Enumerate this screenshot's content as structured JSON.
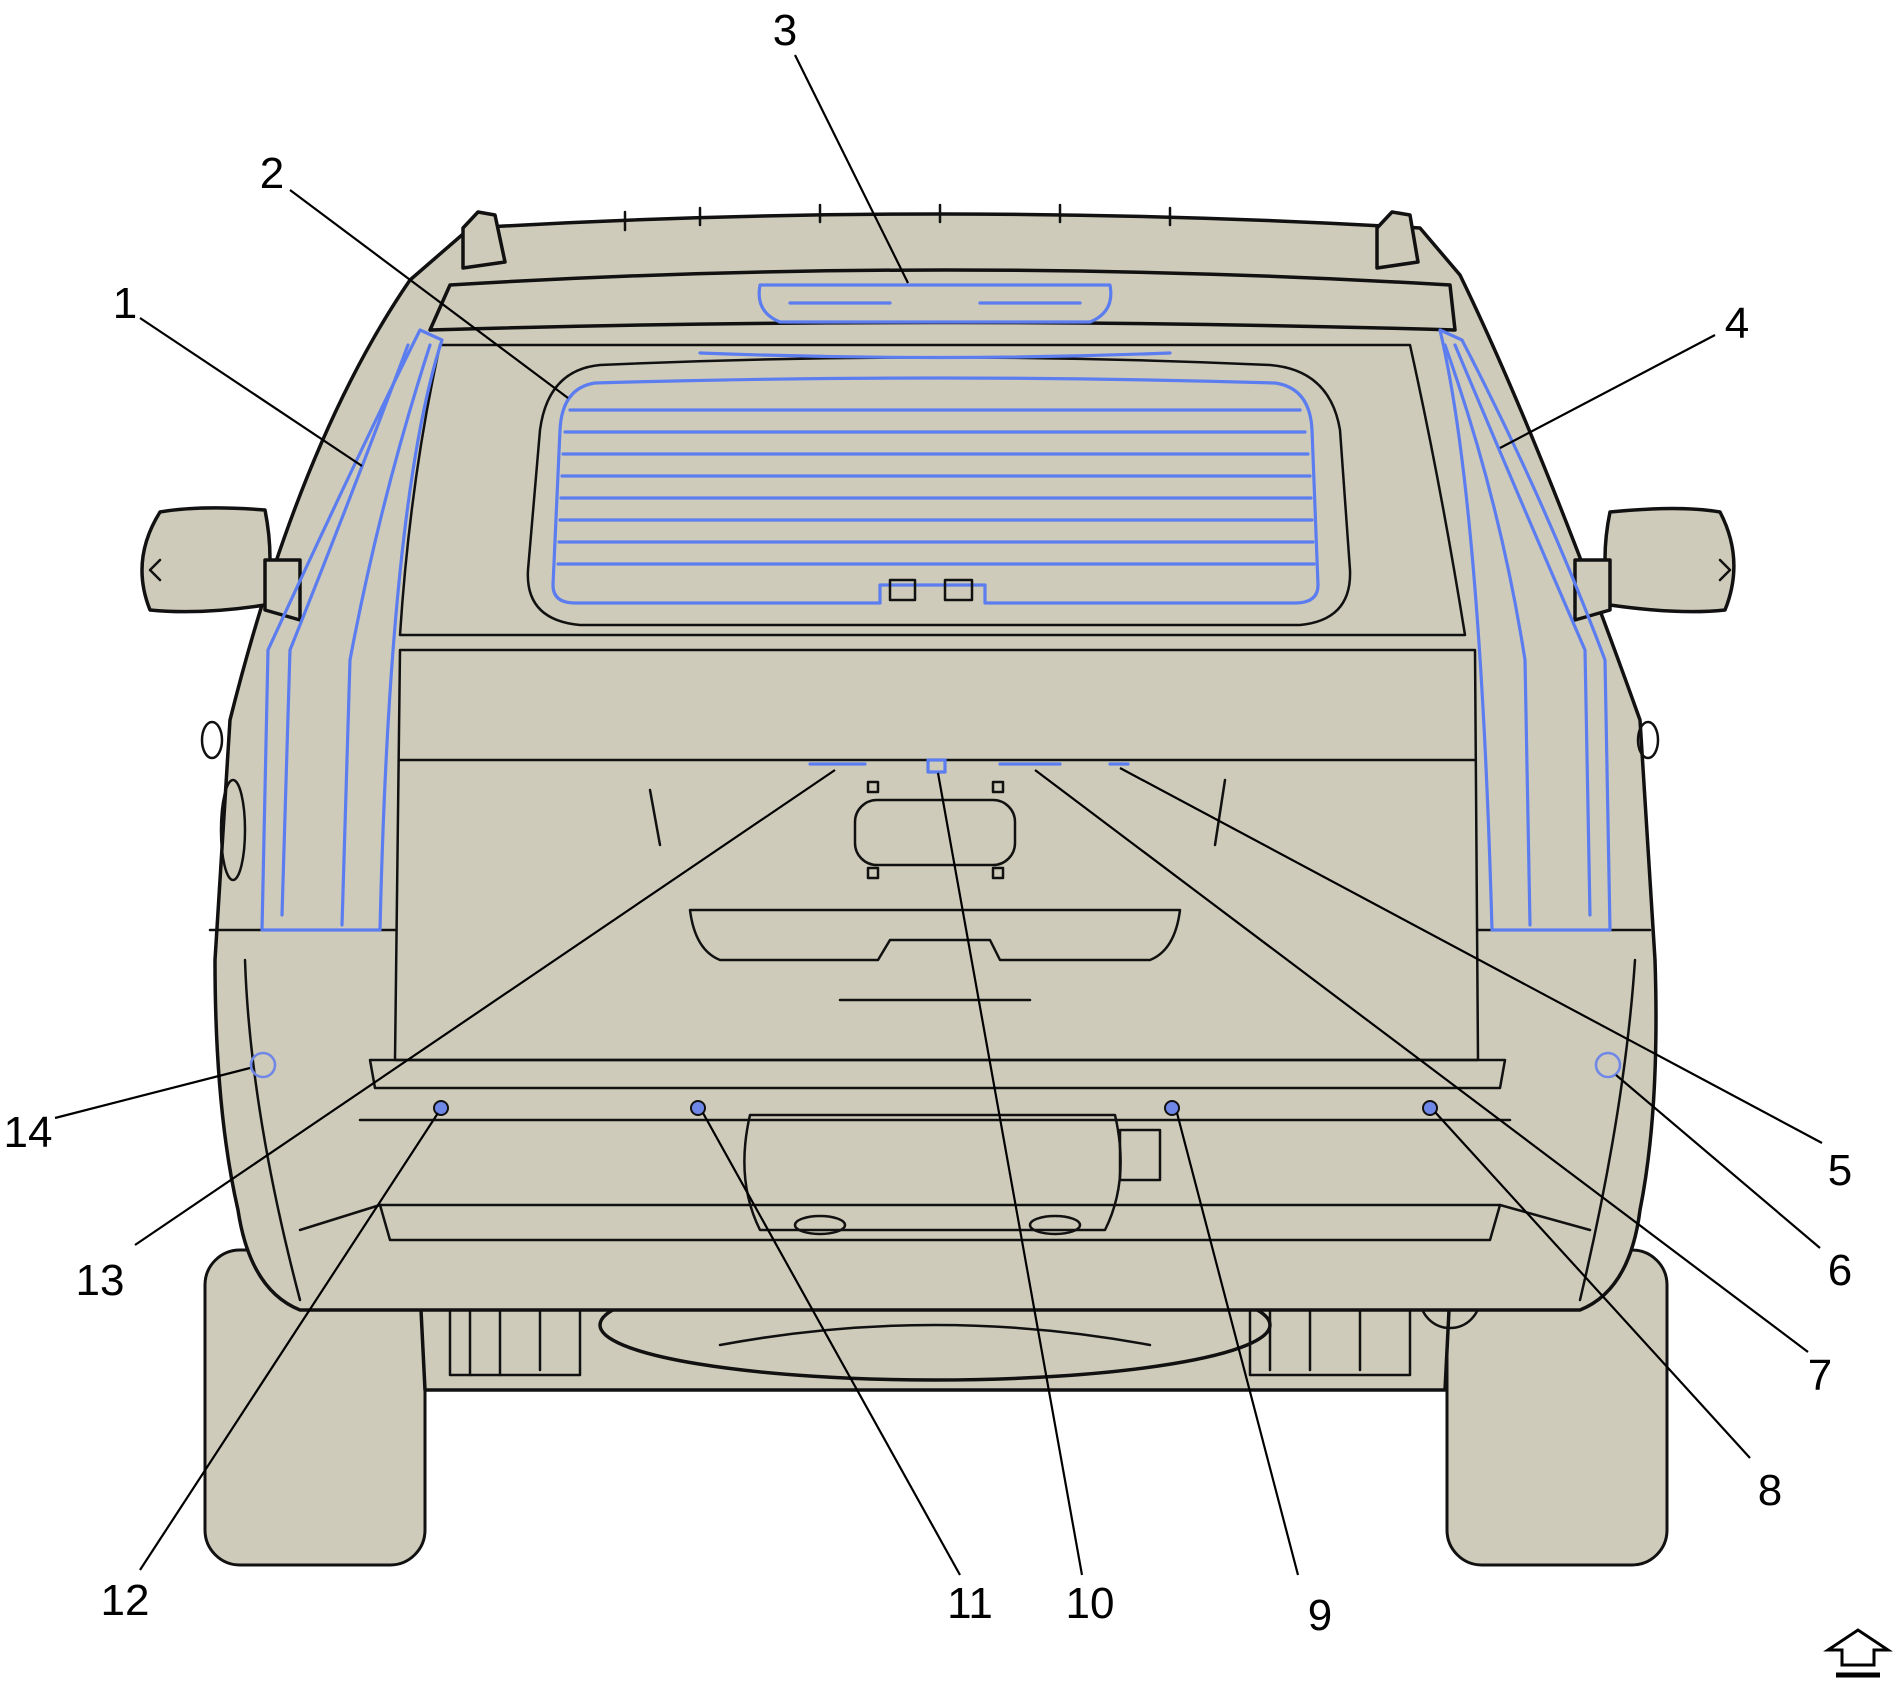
{
  "figure": {
    "description_labels": [],
    "callouts": [
      {
        "id": "c1",
        "label": "1"
      },
      {
        "id": "c2",
        "label": "2"
      },
      {
        "id": "c3",
        "label": "3"
      },
      {
        "id": "c4",
        "label": "4"
      },
      {
        "id": "c5",
        "label": "5"
      },
      {
        "id": "c6",
        "label": "6"
      },
      {
        "id": "c7",
        "label": "7"
      },
      {
        "id": "c8",
        "label": "8"
      },
      {
        "id": "c9",
        "label": "9"
      },
      {
        "id": "c10",
        "label": "10"
      },
      {
        "id": "c11",
        "label": "11"
      },
      {
        "id": "c12",
        "label": "12"
      },
      {
        "id": "c13",
        "label": "13"
      },
      {
        "id": "c14",
        "label": "14"
      }
    ],
    "highlight_color": "#5b7df0",
    "body_color": "#cfcbbb",
    "orientation_icon": "forward-arrow-icon"
  }
}
